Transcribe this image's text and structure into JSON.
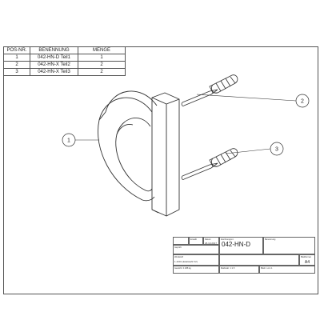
{
  "parts_list": {
    "headers": [
      "POS-NR.",
      "BENENNUNG",
      "MENGE"
    ],
    "rows": [
      {
        "pos": "1",
        "name": "042-HN-D Teil1",
        "qty": "1"
      },
      {
        "pos": "2",
        "name": "042-HN-X Teil2",
        "qty": "2"
      },
      {
        "pos": "3",
        "name": "042-HN-X Teil3",
        "qty": "2"
      }
    ]
  },
  "balloons": [
    "1",
    "2",
    "3"
  ],
  "title_block": {
    "drawing_number": "042-HN-D",
    "sheet_format": "A4",
    "label_created": "Erstellt",
    "label_reviewed": "Geprüft",
    "label_date": "Datum",
    "date_value": "26.10.2017",
    "label_material": "Werkstoff",
    "material_value": "1.4301 (Edelstahl V2)",
    "label_weight": "Gewicht: 0.488 kg",
    "label_scale": "Maßstab: 1:1.5",
    "label_sheet": "Blatt 1 von 1",
    "label_name": "Benennung",
    "label_drawing_no": "Zeichnungsnr.",
    "label_format": "Blattformat"
  },
  "colors": {
    "line": "#333333",
    "frame": "#555555",
    "paper": "#ffffff"
  }
}
